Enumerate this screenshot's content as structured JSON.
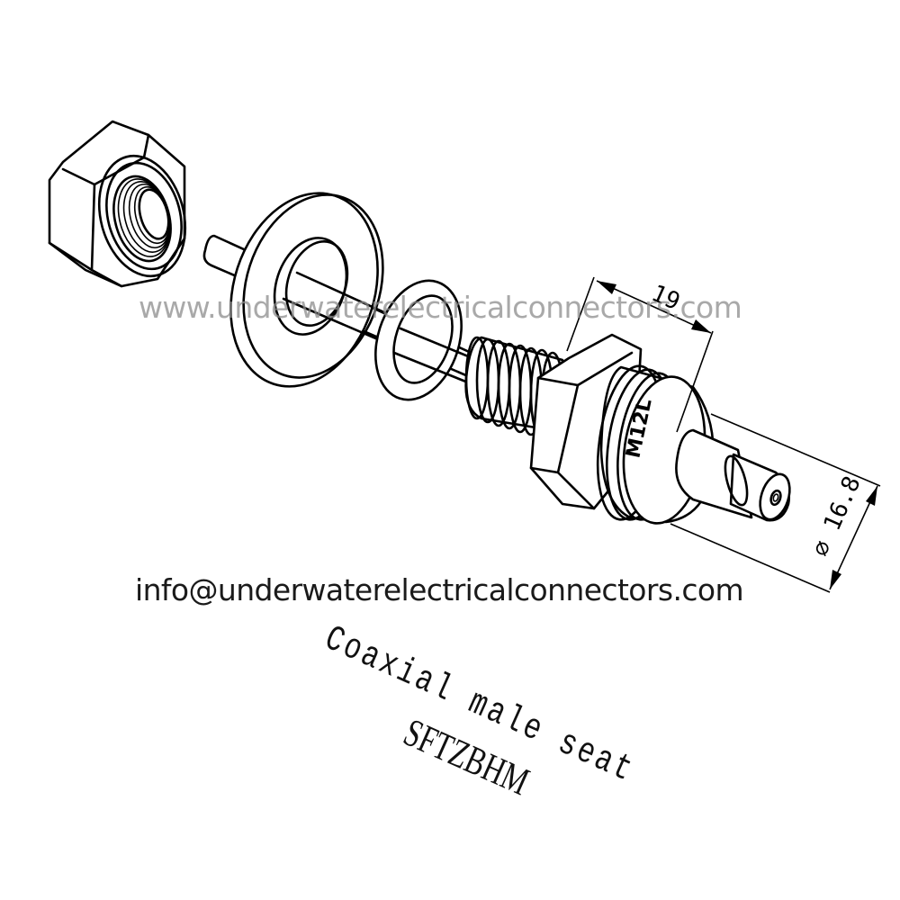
{
  "diagram": {
    "type": "exploded-isometric-technical-drawing",
    "subject": "Coaxial male seat connector assembly",
    "parts": [
      {
        "id": "hex-nut",
        "label": "Hex nut (internally threaded)"
      },
      {
        "id": "center-pin",
        "label": "Long center shaft/pin"
      },
      {
        "id": "flat-washer",
        "label": "Large flat washer"
      },
      {
        "id": "o-ring",
        "label": "O-ring / small washer"
      },
      {
        "id": "connector-body",
        "label": "Threaded connector body with hex flange"
      },
      {
        "id": "coax-tip",
        "label": "Coaxial male tip"
      }
    ],
    "thread_marking": "M12L",
    "dimensions": {
      "length": {
        "value": "19",
        "label": "19"
      },
      "diameter": {
        "symbol": "⌀",
        "value": "16.8",
        "label": "⌀ 16.8"
      }
    },
    "colors": {
      "line": "#000000",
      "background": "#ffffff",
      "watermark": "#8c8c8c",
      "email_text": "#1a1a1a"
    }
  },
  "watermark": {
    "url": "www.underwaterelectricalconnectors.com",
    "email": "info@underwaterelectricalconnectors.com"
  },
  "caption": {
    "line1": "Coaxial male seat",
    "line2": "SFTZBHM"
  }
}
